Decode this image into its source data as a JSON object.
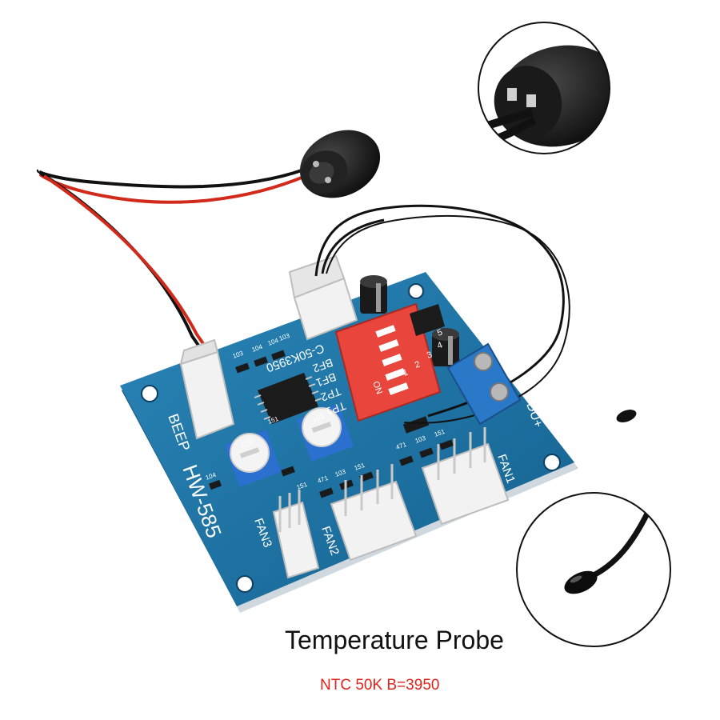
{
  "board": {
    "model_label": "HW-585",
    "beep_label": "BEEP",
    "sensor_label": "C-50K3950",
    "bf_labels": [
      "BF2",
      "BF1"
    ],
    "tp_labels": [
      "TP2",
      "TP1"
    ],
    "fan_labels": [
      "FAN1",
      "FAN2",
      "FAN3"
    ],
    "dip": {
      "on_label": "ON",
      "positions": [
        "1",
        "2",
        "3",
        "4",
        "5"
      ]
    },
    "terminal_label": "DU+",
    "smd_codes": [
      "103",
      "104",
      "104",
      "103",
      "104",
      "151",
      "151",
      "471",
      "103",
      "151",
      "471",
      "103",
      "151"
    ],
    "pot_label": "103"
  },
  "caption": {
    "title": "Temperature Probe",
    "subtitle": "NTC 50K B=3950"
  },
  "colors": {
    "pcb": "#1a6fa0",
    "pcb_edge": "#0f4f78",
    "dip_switch": "#e8453c",
    "terminal_block": "#2a78c8",
    "subtitle_red": "#e0231b"
  }
}
